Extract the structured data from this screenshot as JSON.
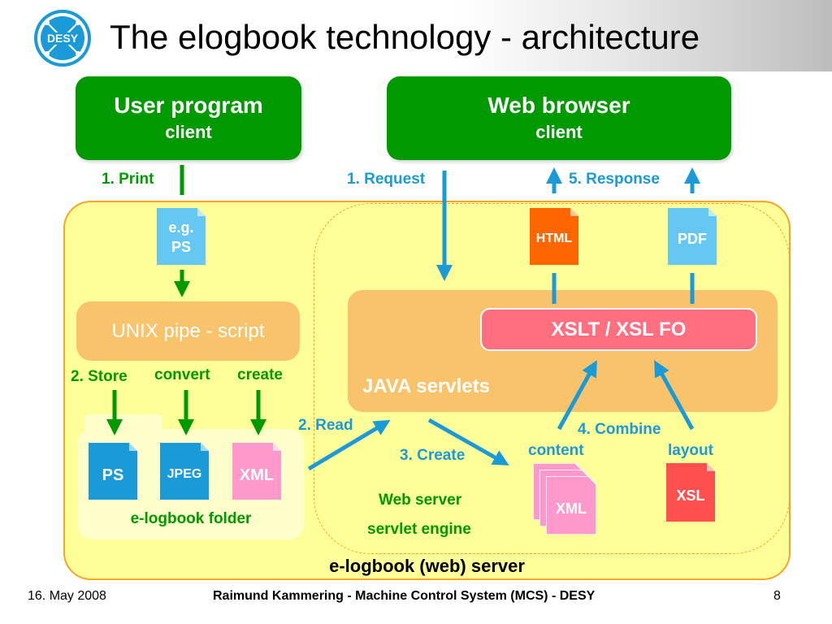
{
  "title": "The elogbook technology - architecture",
  "logo_text": "DESY",
  "clients": {
    "user_program": {
      "line1": "User program",
      "line2": "client"
    },
    "web_browser": {
      "line1": "Web browser",
      "line2": "client"
    }
  },
  "steps": {
    "print": "1. Print",
    "request": "1. Request",
    "response": "5. Response",
    "store": "2. Store",
    "convert": "convert",
    "create": "create",
    "read": "2. Read",
    "create3": "3. Create",
    "combine": "4. Combine",
    "content": "content",
    "layout": "layout"
  },
  "files": {
    "eg_ps": {
      "line1": "e.g.",
      "line2": "PS"
    },
    "html": "HTML",
    "pdf": "PDF",
    "ps": "PS",
    "jpeg": "JPEG",
    "xml": "XML",
    "xml_stack": "XML",
    "xsl": "XSL"
  },
  "boxes": {
    "unix": "UNIX pipe - script",
    "java": "JAVA servlets",
    "xslt": "XSLT / XSL FO",
    "folder": "e-logbook folder",
    "web_server": "Web server",
    "servlet_engine": "servlet engine",
    "server": "e-logbook (web) server"
  },
  "footer": {
    "date": "16. May 2008",
    "center": "Raimund Kammering - Machine Control System (MCS) - DESY",
    "page": "8"
  },
  "colors": {
    "green": "#009900",
    "blue": "#1a9ad6",
    "file_blue": "#66c7f2",
    "orange_file": "#ff6600",
    "pink_file": "#ff99cc",
    "xsl_red": "#ff5050",
    "xslt_box": "#ff6f7f",
    "server_yellow": "#ffff99",
    "script_orange": "#f9c36b"
  }
}
